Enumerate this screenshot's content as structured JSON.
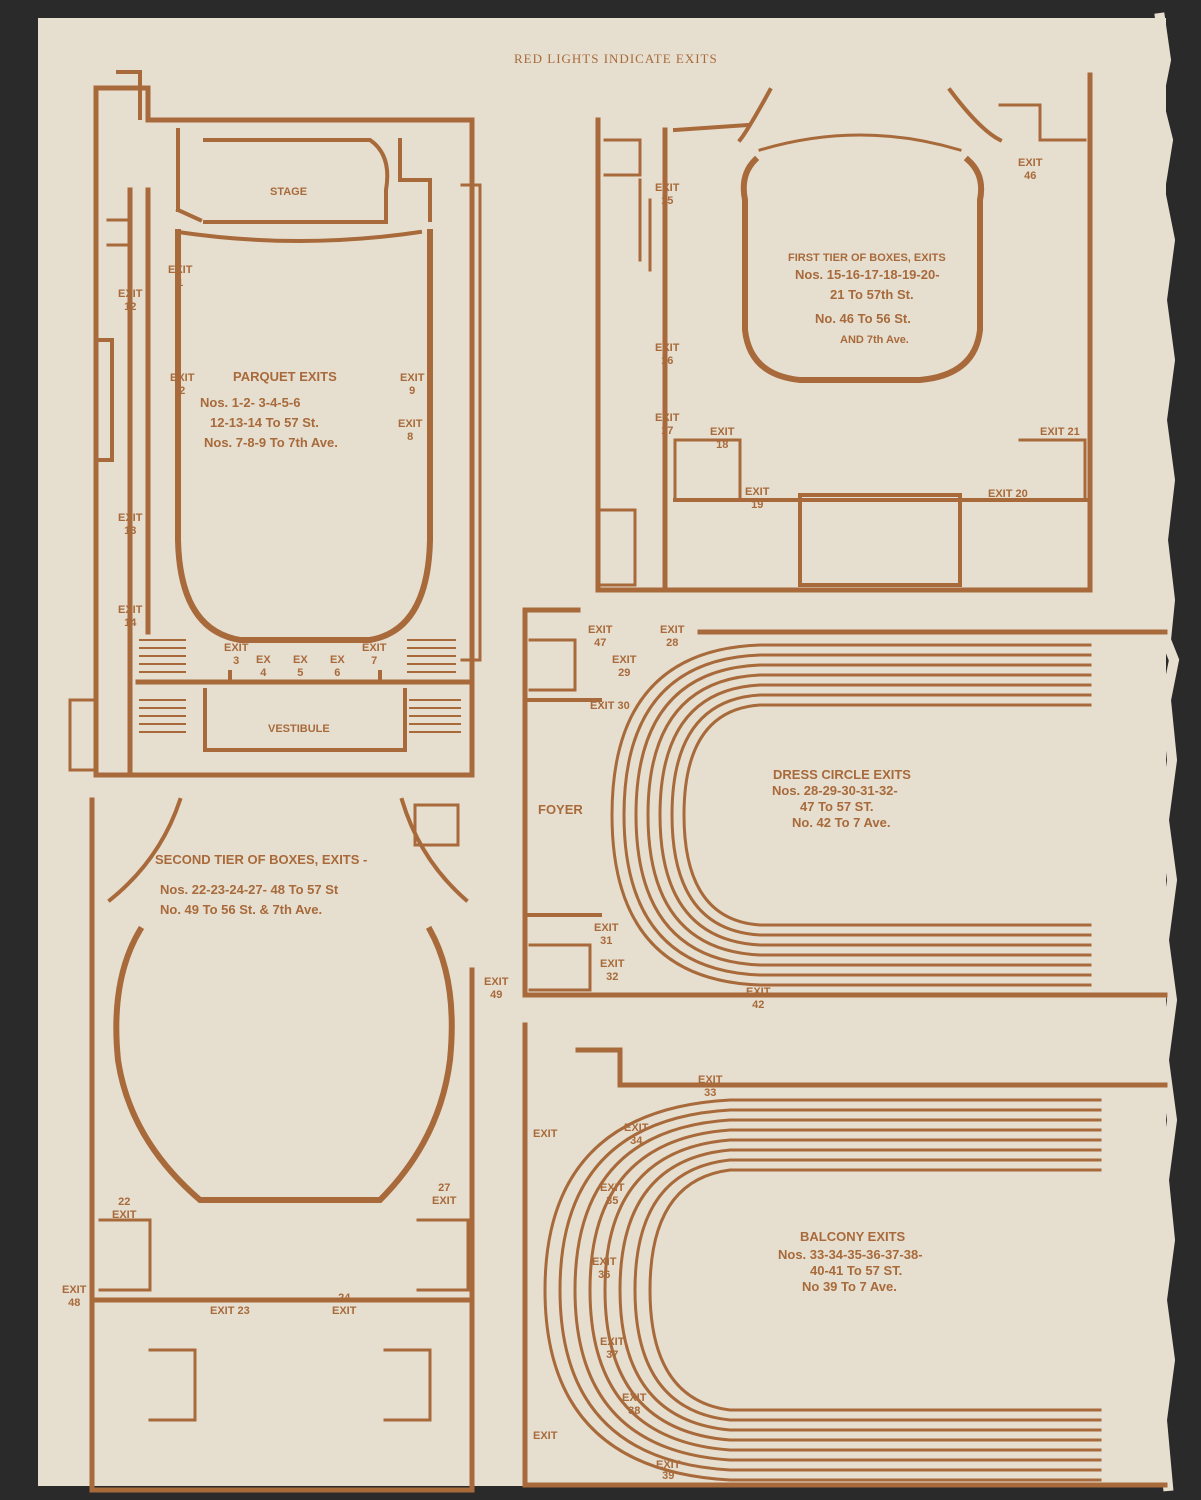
{
  "header": "RED LIGHTS INDICATE EXITS",
  "colors": {
    "paper": "#e6dfd0",
    "ink": "#a86a3a",
    "background": "#2a2a2a"
  },
  "parquet": {
    "stage": "STAGE",
    "vestibule": "VESTIBULE",
    "title": "PARQUET EXITS",
    "lines": [
      "Nos. 1-2- 3-4-5-6",
      "12-13-14 To 57 St.",
      "Nos. 7-8-9 To 7th Ave."
    ],
    "exits": {
      "e1": [
        "EXIT",
        "1"
      ],
      "e2": [
        "EXIT",
        "2"
      ],
      "e3": [
        "EXIT",
        "3"
      ],
      "e4": [
        "EX",
        "4"
      ],
      "e5": [
        "EX",
        "5"
      ],
      "e6": [
        "EX",
        "6"
      ],
      "e7": [
        "EXIT",
        "7"
      ],
      "e8": [
        "EXIT",
        "8"
      ],
      "e9": [
        "EXIT",
        "9"
      ],
      "e12": [
        "EXIT",
        "12"
      ],
      "e13": [
        "EXIT",
        "13"
      ],
      "e14": [
        "EXIT",
        "14"
      ]
    }
  },
  "first_tier": {
    "lines": [
      "FIRST TIER OF BOXES, EXITS",
      "Nos. 15-16-17-18-19-20-",
      "21 To 57th St.",
      "No. 46 To 56 St.",
      "AND 7th Ave."
    ],
    "exits": {
      "e15": [
        "EXIT",
        "15"
      ],
      "e16": [
        "EXIT",
        "16"
      ],
      "e17": [
        "EXIT",
        "17"
      ],
      "e18": [
        "EXIT",
        "18"
      ],
      "e19": [
        "EXIT",
        "19"
      ],
      "e20": "EXIT 20",
      "e21": "EXIT 21",
      "e46": [
        "EXIT",
        "46"
      ]
    }
  },
  "dress_circle": {
    "foyer": "FOYER",
    "lines": [
      "DRESS CIRCLE EXITS",
      "Nos. 28-29-30-31-32-",
      "47 To 57 ST.",
      "No. 42 To 7 Ave."
    ],
    "exits": {
      "e47": [
        "EXIT",
        "47"
      ],
      "e28": [
        "EXIT",
        "28"
      ],
      "e29": [
        "EXIT",
        "29"
      ],
      "e30": "EXIT 30",
      "e31": [
        "EXIT",
        "31"
      ],
      "e32": [
        "EXIT",
        "32"
      ],
      "e42": [
        "EXIT",
        "42"
      ]
    }
  },
  "second_tier": {
    "lines": [
      "SECOND TIER OF BOXES, EXITS -",
      "Nos. 22-23-24-27- 48 To 57 St",
      "No. 49 To 56 St. & 7th Ave."
    ],
    "exits": {
      "e22": [
        "22",
        "EXIT"
      ],
      "e27": [
        "27",
        "EXIT"
      ],
      "e48": [
        "EXIT",
        "48"
      ],
      "e23": "EXIT 23",
      "e24": [
        "24",
        "EXIT"
      ],
      "e49": [
        "EXIT",
        "49"
      ]
    }
  },
  "balcony": {
    "lines": [
      "BALCONY EXITS",
      "Nos. 33-34-35-36-37-38-",
      "40-41 To 57 ST.",
      "No 39 To 7 Ave."
    ],
    "exits": {
      "e33": [
        "EXIT",
        "33"
      ],
      "e34": [
        "EXIT",
        "34"
      ],
      "e35": [
        "EXIT",
        "35"
      ],
      "e36": [
        "EXIT",
        "36"
      ],
      "e37": [
        "EXIT",
        "37"
      ],
      "e38": [
        "EXIT",
        "38"
      ],
      "e39": [
        "EXIT",
        "39"
      ],
      "eL1": "EXIT",
      "eL2": "EXIT"
    }
  }
}
